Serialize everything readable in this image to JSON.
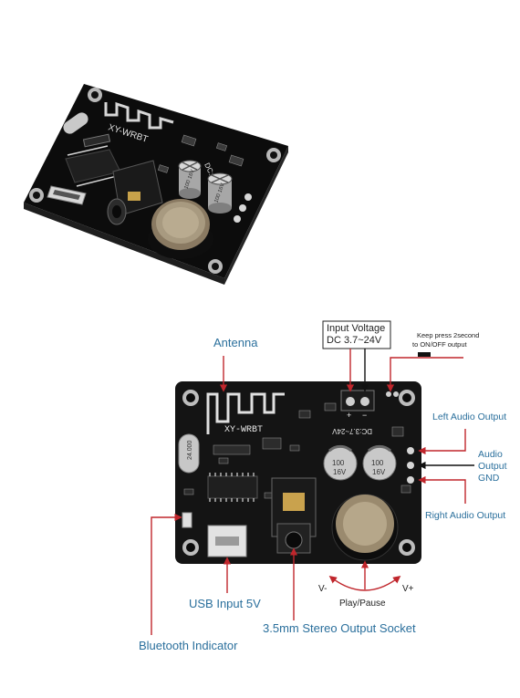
{
  "board_top": {
    "silk_model": "XY-WRBT",
    "silk_voltage": "DC:3.7-24V",
    "cap_left": "100 16V",
    "cap_right": "100 16V"
  },
  "board_bottom": {
    "silk_model": "XY-WRBT",
    "silk_voltage": "DC:3.7~24V",
    "crystal": "24.000",
    "cap_left": {
      "v1": "100",
      "v2": "16V"
    },
    "cap_right": {
      "v1": "100",
      "v2": "16V"
    }
  },
  "labels": {
    "antenna": "Antenna",
    "input_voltage_line1": "Input Voltage",
    "input_voltage_line2": "DC 3.7~24V",
    "keep_press_line1": "Keep press 2second",
    "keep_press_line2": "to ON/OFF output",
    "left_audio": "Left Audio Output",
    "audio_output_line1": "Audio",
    "audio_output_line2": "Output",
    "gnd": "GND",
    "right_audio": "Right Audio Output",
    "usb_input": "USB Input 5V",
    "play_pause": "Play/Pause",
    "v_minus": "V-",
    "v_plus": "V+",
    "socket": "3.5mm Stereo Output Socket",
    "bluetooth_indicator": "Bluetooth Indicator",
    "plus_sign": "+",
    "minus_sign": "−"
  },
  "colors": {
    "label_blue": "#2a6f9c",
    "arrow_red": "#c0262c",
    "pcb_black": "#141414",
    "silk_white": "#e8e8e8"
  }
}
